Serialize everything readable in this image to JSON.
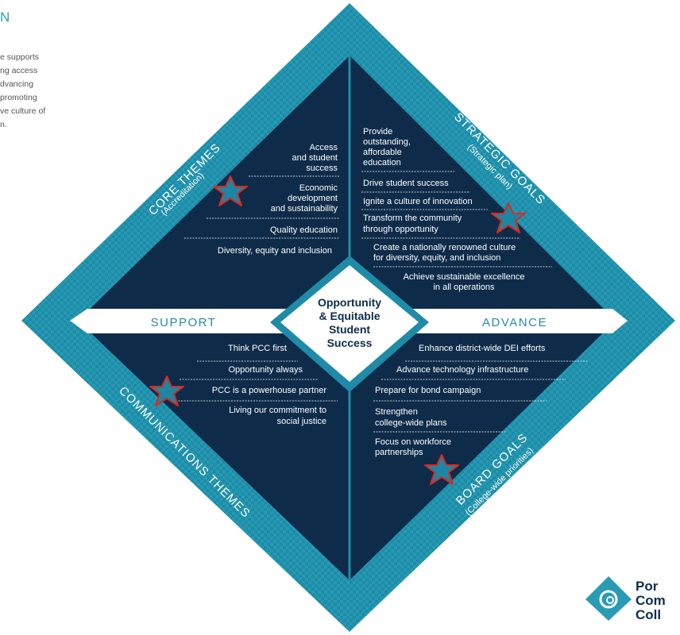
{
  "left_text": {
    "title_fragment": "N",
    "lines": [
      "e supports",
      "ng access",
      "dvancing",
      " promoting",
      "ve culture of",
      "n."
    ]
  },
  "center": {
    "lines": [
      "Opportunity",
      "& Equitable",
      "Student",
      "Success"
    ]
  },
  "bands": {
    "support": "SUPPORT",
    "advance": "ADVANCE"
  },
  "quadrants": {
    "core_themes": {
      "title": "CORE THEMES",
      "subtitle": "(Accreditation)",
      "items": [
        {
          "lines": [
            "Access",
            "and student",
            "success"
          ]
        },
        {
          "lines": [
            "Economic",
            "development",
            "and sustainability"
          ],
          "starred": true
        },
        {
          "lines": [
            "Quality education"
          ]
        },
        {
          "lines": [
            "Diversity, equity and inclusion"
          ]
        }
      ]
    },
    "strategic_goals": {
      "title": "STRATEGIC GOALS",
      "subtitle": "(Strategic plan)",
      "items": [
        {
          "lines": [
            "Provide",
            "outstanding,",
            "affordable",
            "education"
          ]
        },
        {
          "lines": [
            "Drive student success"
          ]
        },
        {
          "lines": [
            "Ignite a culture of innovation"
          ]
        },
        {
          "lines": [
            "Transform the community",
            "through opportunity"
          ],
          "starred": true
        },
        {
          "lines": [
            "Create a nationally renowned culture",
            "for diversity, equity, and inclusion"
          ]
        },
        {
          "lines": [
            "Achieve sustainable excellence",
            "in all operations"
          ]
        }
      ]
    },
    "communications_themes": {
      "title": "COMMUNICATIONS THEMES",
      "subtitle": "(Key promotional messages)",
      "items": [
        {
          "lines": [
            "Think PCC first"
          ]
        },
        {
          "lines": [
            "Opportunity always"
          ]
        },
        {
          "lines": [
            "PCC is a powerhouse partner"
          ],
          "starred": true
        },
        {
          "lines": [
            "Living our commitment to",
            "social justice"
          ]
        }
      ]
    },
    "board_goals": {
      "title": "BOARD GOALS",
      "subtitle": "(College-wide priorities)",
      "items": [
        {
          "lines": [
            "Enhance district-wide DEI efforts"
          ]
        },
        {
          "lines": [
            "Advance technology infrastructure"
          ]
        },
        {
          "lines": [
            "Prepare for bond campaign"
          ]
        },
        {
          "lines": [
            "Strengthen",
            "college-wide plans"
          ]
        },
        {
          "lines": [
            "Focus on workforce",
            "partnerships"
          ],
          "starred": true
        }
      ]
    }
  },
  "logo": {
    "lines": [
      "Por",
      "Com",
      "Coll"
    ]
  },
  "colors": {
    "navy": "#0e2c4a",
    "teal": "#1f8ba6",
    "teal_light": "#2aa3bd",
    "band_text": "#2a8aa8",
    "star_fill": "#1d86a3",
    "star_stroke": "#e0261d"
  }
}
